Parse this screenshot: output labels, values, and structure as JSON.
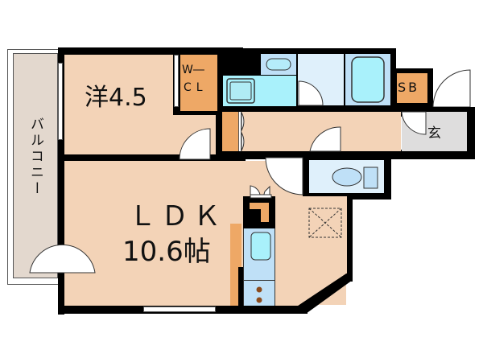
{
  "floor_plan": {
    "rooms": {
      "western_room": {
        "label": "洋4.5"
      },
      "walk_in_closet": {
        "label_line1": "W―",
        "label_line2": "CL"
      },
      "ldk": {
        "label_line1": "ＬＤＫ",
        "label_line2": "10.6帖"
      },
      "balcony": {
        "label": "バルコニー"
      },
      "shoe_box": {
        "label": "SB"
      },
      "entrance": {
        "label": "玄"
      }
    },
    "colors": {
      "room_floor": "#f3d3b7",
      "storage": "#eea866",
      "wet_area": "#dff0fb",
      "fixtures": "#bfe0f7",
      "washbasin": "#a9f1fb",
      "entrance_floor": "#dedddd",
      "balcony_floor": "#e3d8ce",
      "wall": "#000000"
    }
  }
}
